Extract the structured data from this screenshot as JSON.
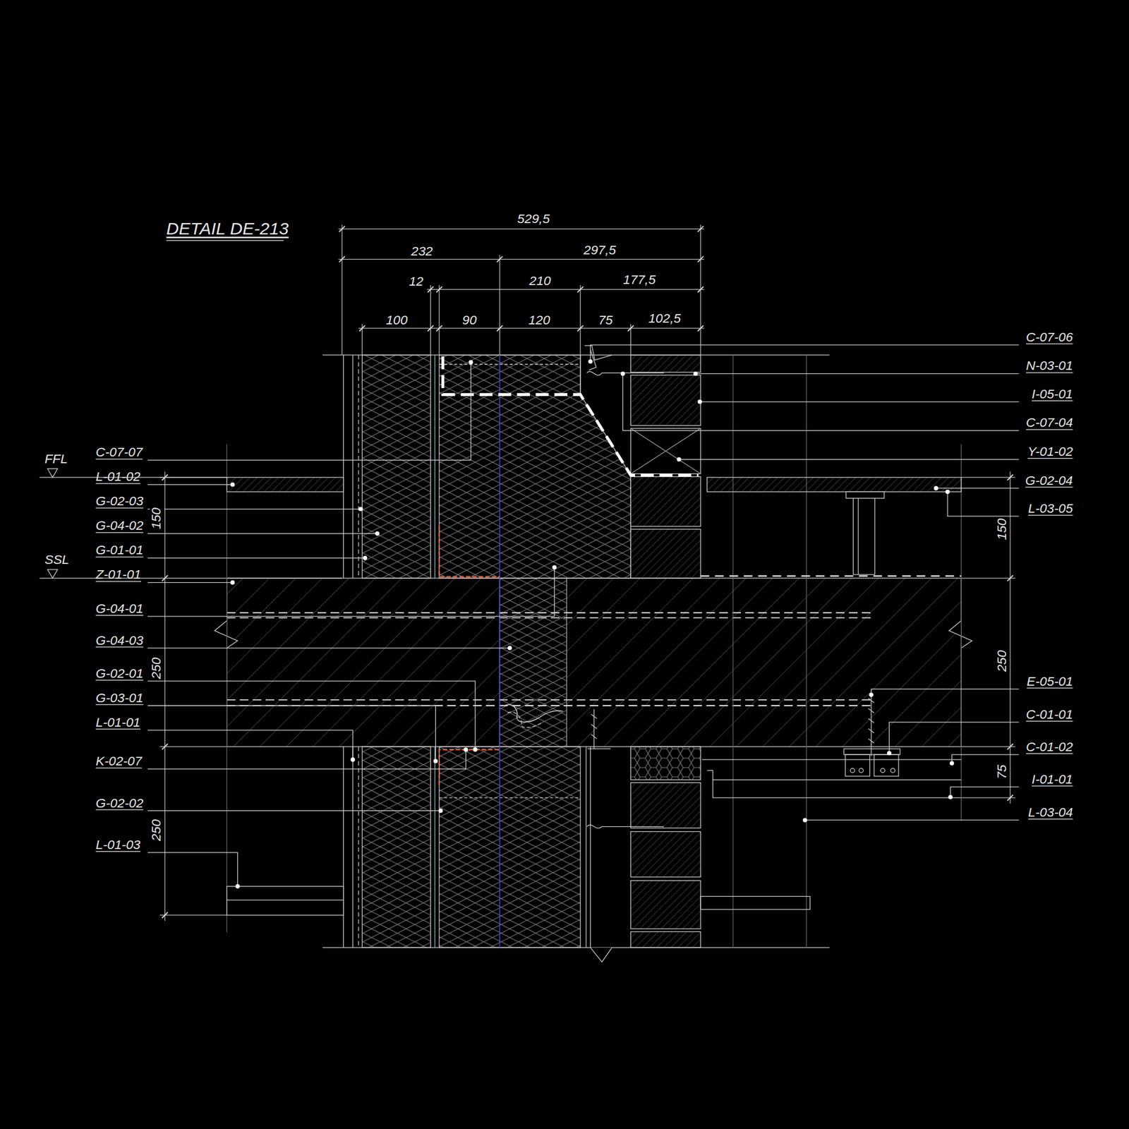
{
  "diagram": {
    "title": "DETAIL DE-213",
    "labels": [
      "529,5",
      "232",
      "297,5",
      "12",
      "210",
      "177,5",
      "100",
      "90",
      "120",
      "75",
      "102,5",
      "C-07-07",
      "L-01-02",
      "G-02-03",
      "G-04-02",
      "G-01-01",
      "Z-01-01",
      "G-04-01",
      "G-04-03",
      "G-02-01",
      "G-03-01",
      "L-01-01",
      "K-02-07",
      "G-02-02",
      "L-01-03",
      "FFL",
      "SSL",
      "C-07-06",
      "N-03-01",
      "I-05-01",
      "C-07-04",
      "Y-01-02",
      "G-02-04",
      "L-03-05",
      "E-05-01",
      "C-01-01",
      "C-01-02",
      "I-01-01",
      "L-03-04",
      "150",
      "250",
      "250",
      "150",
      "250",
      "75"
    ]
  }
}
